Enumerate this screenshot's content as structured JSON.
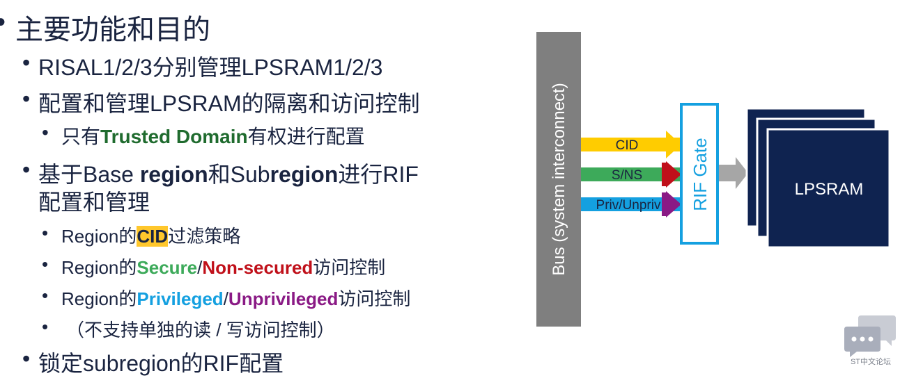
{
  "bullets": {
    "main_title": "主要功能和目的",
    "item1": "RISAL1/2/3分别管理LPSRAM1/2/3",
    "item2": "配置和管理LPSRAM的隔离和访问控制",
    "item2_sub": {
      "pre": "只有",
      "highlight": "Trusted Domain",
      "post": "有权进行配置"
    },
    "item3": {
      "line1_pre": "基于Base ",
      "line1_bold1": "region",
      "line1_mid": "和Sub",
      "line1_bold2": "region",
      "line1_post": "进行RIF",
      "line2": "配置和管理"
    },
    "sub1": {
      "pre": "Region的",
      "cid": "CID",
      "post": "过滤策略"
    },
    "sub2": {
      "pre": "Region的",
      "secure": "Secure",
      "slash": "/",
      "nonsec": "Non-secured",
      "post": "访问控制"
    },
    "sub3": {
      "pre": "Region的",
      "priv": "Privileged",
      "slash": "/",
      "unpriv": "Unprivileged",
      "post": "访问控制"
    },
    "sub4": "（不支持单独的读 / 写访问控制）",
    "item4": "锁定subregion的RIF配置"
  },
  "diagram": {
    "bus_label": "Bus (system interconnect)",
    "arrows": [
      {
        "label": "CID",
        "color": "#ffcc00"
      },
      {
        "label": "S/NS",
        "color": "#3daa5a",
        "head_color": "#c0101a"
      },
      {
        "label": "Priv/Unpriv",
        "color": "#14a0e0",
        "head_color": "#8a1a85"
      }
    ],
    "gate_label": "RIF Gate",
    "memory_label": "LPSRAM",
    "colors": {
      "bus": "#7f7f7f",
      "gate_border": "#14a0e0",
      "memory": "#0f2350",
      "connector": "#a6a6a6"
    }
  },
  "logo": {
    "text": "ST中文论坛"
  }
}
